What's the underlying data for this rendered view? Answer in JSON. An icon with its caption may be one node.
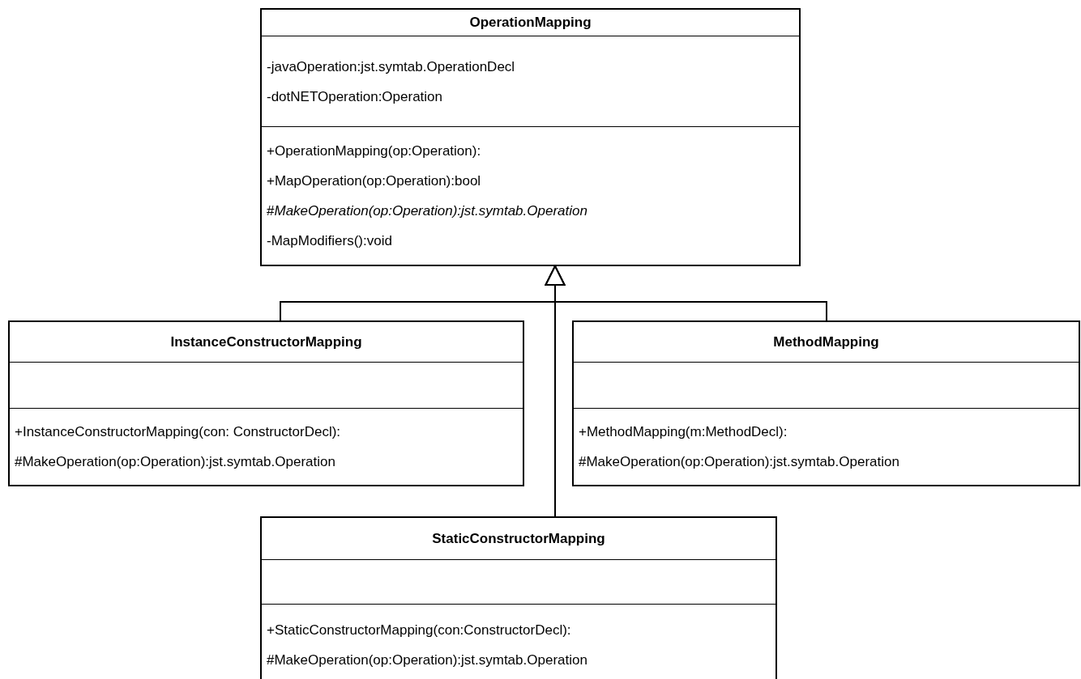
{
  "diagram": {
    "nodes": [
      {
        "text": [
          "OperationMapping",
          "-javaOperation:jst.symtab.OperationDecl",
          "-dotNETOperation:Operation",
          "+OperationMapping(op:Operation):",
          "+MapOperation(op:Operation):bool",
          "#*MakeOperation(op:Operation):jst.symtab.Operation*",
          "-MapModifiers():void"
        ]
      },
      {
        "text": [
          "InstanceConstructorMapping",
          "+InstanceConstructorMapping(con: ConstructorDecl):",
          "#MakeOperation(op:Operation):jst.symtab.Operation"
        ]
      },
      {
        "text": [
          "MethodMapping",
          "+MethodMapping(m:MethodDecl):",
          "#MakeOperation(op:Operation):jst.symtab.Operation"
        ]
      },
      {
        "text": [
          "StaticConstructorMapping",
          "+StaticConstructorMapping(con:ConstructorDecl):",
          "#MakeOperation(op:Operation):jst.symtab.Operation"
        ]
      }
    ],
    "edges": [
      {
        "from": 1,
        "to": 0,
        "arrow": "to"
      },
      {
        "from": 2,
        "to": 0,
        "arrow": "to"
      },
      {
        "from": 3,
        "to": 0,
        "arrow": "to"
      }
    ]
  }
}
